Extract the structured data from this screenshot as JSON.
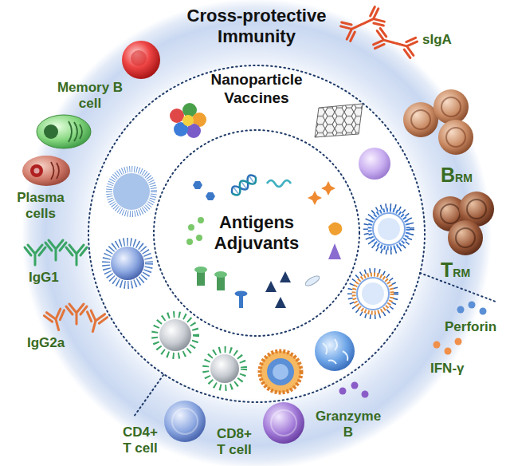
{
  "diagram": {
    "nodes": [
      {
        "text": [
          "Cross-protective Immunity"
        ]
      },
      {
        "text": [
          "Nanoparticle Vaccines"
        ],
        "in": 0
      },
      {
        "text": [
          "Antigens Adjuvants"
        ],
        "in": 1
      }
    ],
    "labels": [
      "Memory B cell",
      "Plasma cells",
      "IgG1",
      "IgG2a",
      "CD4+ T cell",
      "CD8+ T cell",
      "Granzyme B",
      "IFN-γ",
      "Perforin",
      "sIgA",
      "BRM",
      "TRM"
    ]
  }
}
